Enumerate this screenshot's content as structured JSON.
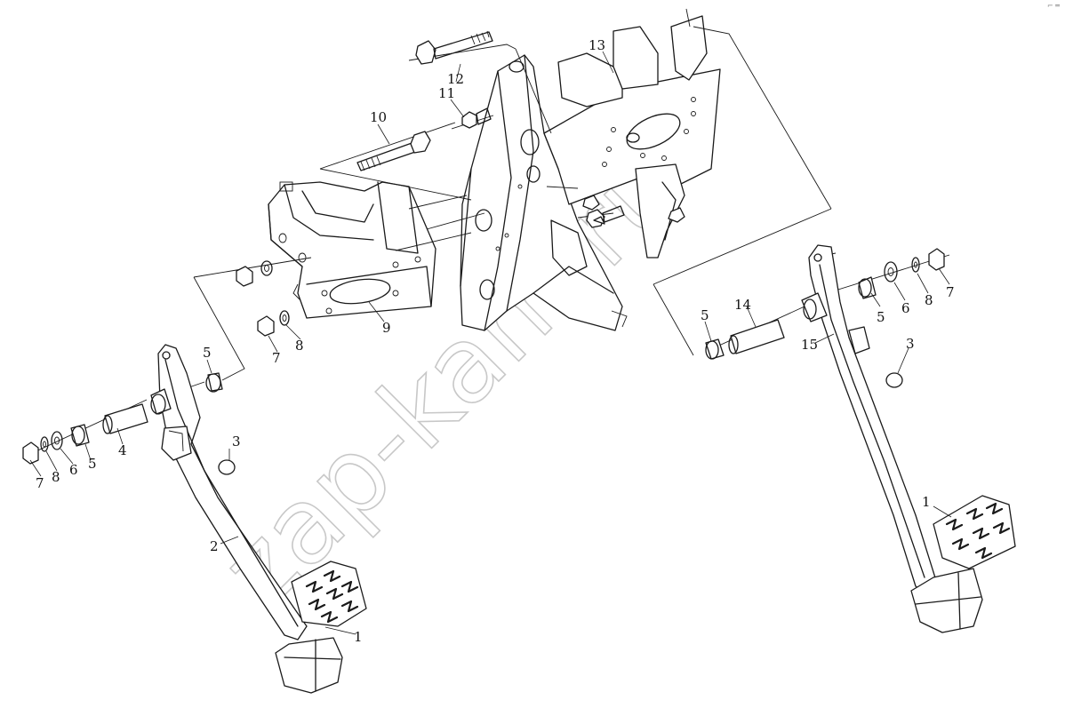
{
  "watermark": "zap-kam.ru",
  "corner_mark": "⌐ ═",
  "callouts": {
    "c1_left": "1",
    "c1_right": "1",
    "c2": "2",
    "c3_left": "3",
    "c3_right": "3",
    "c4": "4",
    "c5_a": "5",
    "c5_b": "5",
    "c5_c": "5",
    "c5_d": "5",
    "c6_left": "6",
    "c6_right": "6",
    "c7_left": "7",
    "c7_mid": "7",
    "c7_right": "7",
    "c8_left": "8",
    "c8_mid": "8",
    "c8_right": "8",
    "c9": "9",
    "c10": "10",
    "c11": "11",
    "c12": "12",
    "c13": "13",
    "c14": "14",
    "c15": "15"
  }
}
